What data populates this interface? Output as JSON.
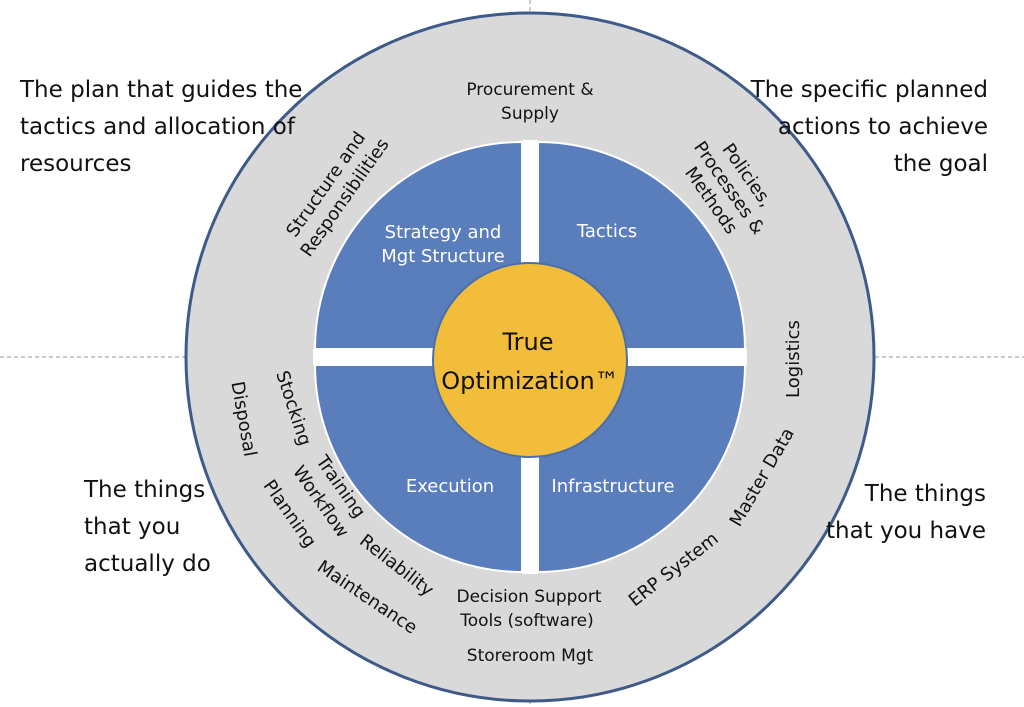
{
  "colors": {
    "ring_fill": "#d9d9d9",
    "ring_stroke": "#3d5a88",
    "quadrant_fill": "#5a7dbb",
    "quadrant_stroke": "#ffffff",
    "center_fill": "#f3bd3c",
    "center_stroke": "#4a6fa8",
    "dashed_axis": "#999999"
  },
  "center": {
    "line1": "True",
    "line2": "Optimization™"
  },
  "quadrants": {
    "top_left": {
      "line1": "Strategy and",
      "line2": "Mgt Structure"
    },
    "top_right": "Tactics",
    "bottom_left": "Execution",
    "bottom_right": "Infrastructure"
  },
  "ring_labels": {
    "procurement": {
      "line1": "Procurement &",
      "line2": "Supply"
    },
    "structure": {
      "line1": "Structure and",
      "line2": "Responsibilities"
    },
    "policies": {
      "line1": "Policies,",
      "line2": "Processes &",
      "line3": "Methods"
    },
    "logistics": "Logistics",
    "master_data": "Master Data",
    "erp_system": "ERP System",
    "decision_support": {
      "line1": "Decision Support",
      "line2": "Tools (software)"
    },
    "storeroom": "Storeroom Mgt",
    "maintenance": "Maintenance",
    "reliability": "Reliability",
    "planning": "Planning",
    "workflow": "Workflow",
    "training": "Training",
    "stocking": "Stocking",
    "disposal": "Disposal"
  },
  "corner_text": {
    "top_left": {
      "line1": "The plan that guides the",
      "line2": "tactics and allocation of",
      "line3": "resources"
    },
    "top_right": {
      "line1": "The specific planned",
      "line2": "actions to achieve",
      "line3": "the goal"
    },
    "bottom_left": {
      "line1": "The things",
      "line2": "that you",
      "line3": "actually do"
    },
    "bottom_right": {
      "line1": "The things",
      "line2": "that you have"
    }
  }
}
